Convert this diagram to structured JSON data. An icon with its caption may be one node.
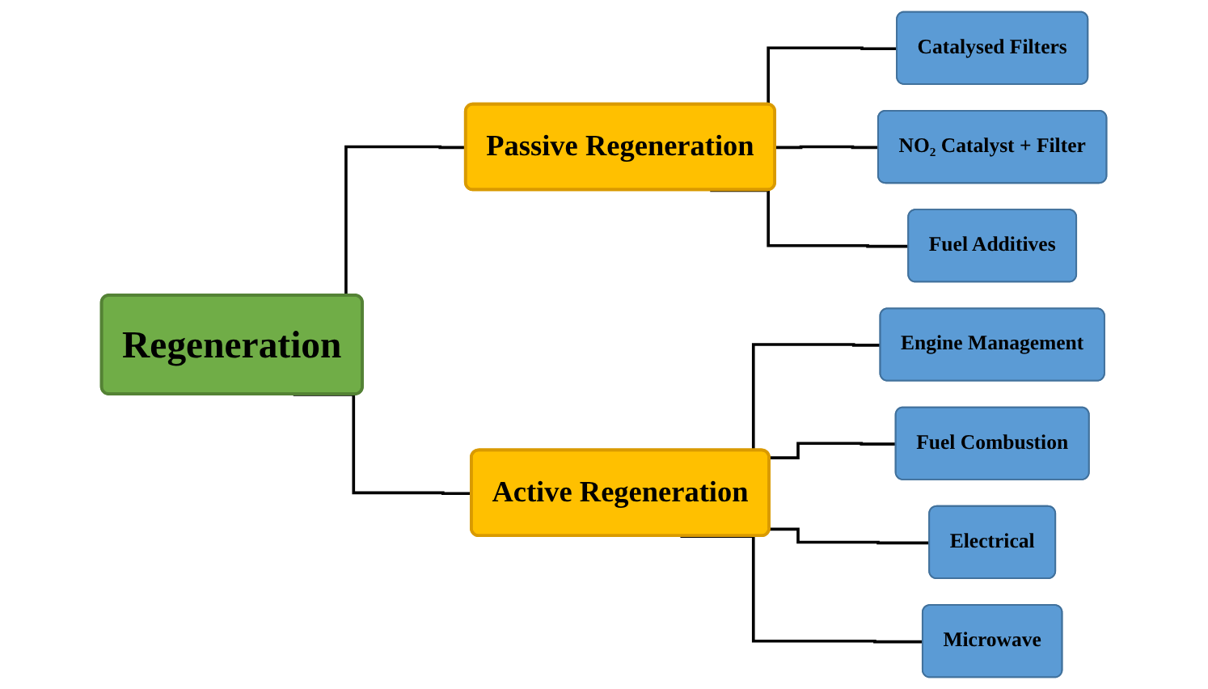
{
  "diagram": {
    "nodes": [
      {
        "text": [
          "Regeneration"
        ]
      },
      {
        "text": [
          "Passive Regeneration"
        ]
      },
      {
        "text": [
          "Active Regeneration"
        ]
      },
      {
        "text": [
          "Catalysed Filters"
        ]
      },
      {
        "text": [
          "NO₂ Catalyst + Filter"
        ]
      },
      {
        "text": [
          "Fuel Additives"
        ]
      },
      {
        "text": [
          "Engine Management"
        ]
      },
      {
        "text": [
          "Fuel Combustion"
        ]
      },
      {
        "text": [
          "Electrical"
        ]
      },
      {
        "text": [
          "Microwave"
        ]
      }
    ],
    "edges": [
      {
        "from": 0,
        "to": 1,
        "arrow": "none"
      },
      {
        "from": 0,
        "to": 2,
        "arrow": "none"
      },
      {
        "from": 1,
        "to": 3,
        "arrow": "none"
      },
      {
        "from": 1,
        "to": 4,
        "arrow": "none"
      },
      {
        "from": 1,
        "to": 5,
        "arrow": "none"
      },
      {
        "from": 2,
        "to": 6,
        "arrow": "none"
      },
      {
        "from": 2,
        "to": 7,
        "arrow": "none"
      },
      {
        "from": 2,
        "to": 8,
        "arrow": "none"
      },
      {
        "from": 2,
        "to": 9,
        "arrow": "none"
      }
    ]
  }
}
